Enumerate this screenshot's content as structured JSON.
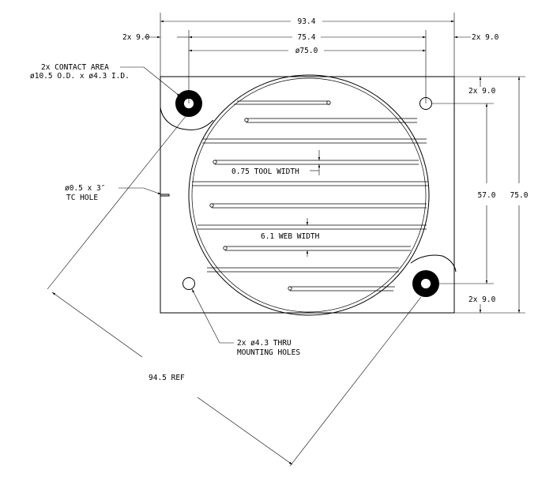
{
  "dims": {
    "overall_width": "93.4",
    "hole_span": "75.4",
    "bore_dia": "ø75.0",
    "left_offset": "2x 9.0",
    "right_offset": "2x 9.0",
    "top_offset": "2x 9.0",
    "bottom_offset": "2x 9.0",
    "hole_vertical": "57.0",
    "overall_height": "75.0",
    "diagonal": "94.5 REF"
  },
  "notes": {
    "contact_line1": "2x CONTACT AREA",
    "contact_line2": "ø10.5 O.D. x ø4.3 I.D.",
    "tc_line1": "ø0.5 x 3″",
    "tc_line2": "TC HOLE",
    "tool_width": "0.75 TOOL WIDTH",
    "web_width": "6.1 WEB WIDTH",
    "mount_line1": "2x ø4.3 THRU",
    "mount_line2": "MOUNTING HOLES"
  }
}
